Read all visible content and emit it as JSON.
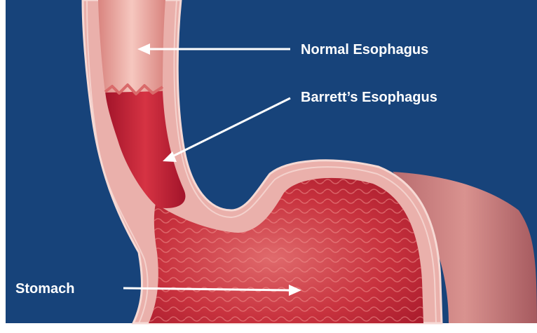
{
  "labels": {
    "normal_esophagus": "Normal Esophagus",
    "barretts_esophagus": "Barrett’s Esophagus",
    "stomach": "Stomach"
  },
  "colors": {
    "background": "#17437a",
    "wall_outer": "#e9a7a4",
    "normal_mucosa": "#f1b7b0",
    "barrett_tissue": "#c21f35",
    "stomach_lining": "#c93a45",
    "arrow": "#ffffff"
  }
}
